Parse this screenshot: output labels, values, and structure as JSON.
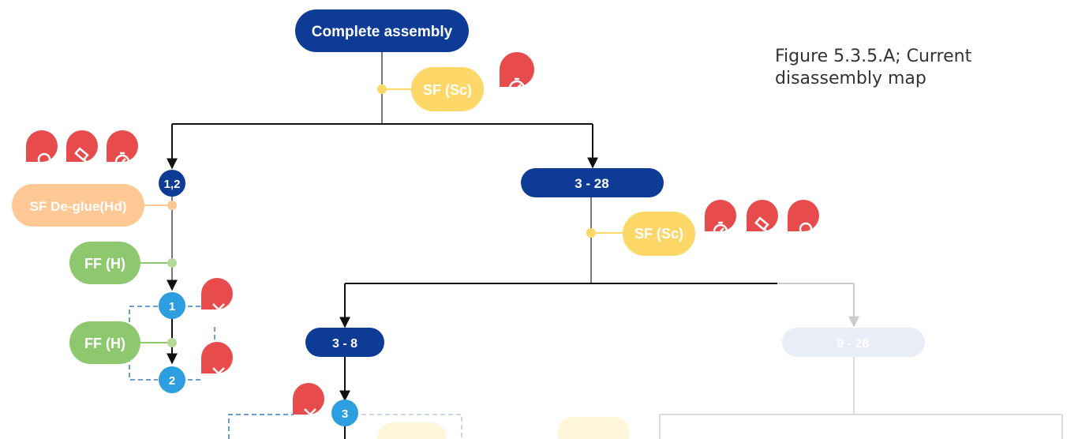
{
  "caption": {
    "line1": "Figure 5.3.5.A; Current",
    "line2": "disassembly map"
  },
  "nodes": {
    "root": "Complete assembly",
    "sf_sc_top": "SF (Sc)",
    "n12": "1,2",
    "sf_deglue": "SF De-glue(Hd)",
    "ff_h_1": "FF (H)",
    "step1": "1",
    "ff_h_2": "FF (H)",
    "step2": "2",
    "n3_28": "3 - 28",
    "sf_sc_mid": "SF (Sc)",
    "n3_8": "3 - 8",
    "step3": "3",
    "n9_28": "9 - 28"
  },
  "icons": [
    "stopwatch-icon",
    "magnifier-icon",
    "hammer-icon",
    "cross-icon"
  ],
  "colors": {
    "dark_blue": "#0d3b96",
    "light_blue": "#2d9ee0",
    "yellow": "#fdd768",
    "peach": "#fdc893",
    "green": "#8dc86f",
    "red": "#e84b4b",
    "faded": "#e8edf8"
  }
}
